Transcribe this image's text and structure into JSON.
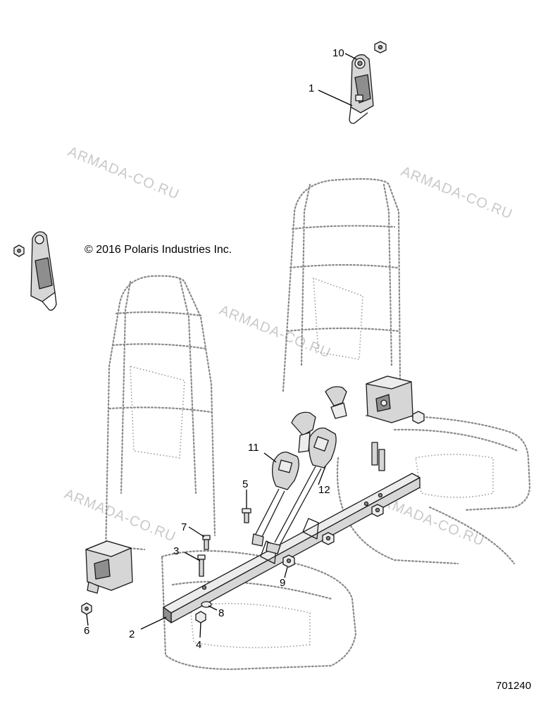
{
  "copyright": "© 2016 Polaris Industries Inc.",
  "document_number": "701240",
  "watermark_text": "ARMADA-CO.RU",
  "callouts": {
    "c1": "1",
    "c2": "2",
    "c3": "3",
    "c4": "4",
    "c5": "5",
    "c6": "6",
    "c7": "7",
    "c8": "8",
    "c9": "9",
    "c10": "10",
    "c11": "11",
    "c12": "12"
  },
  "colors": {
    "line": "#1a1a1a",
    "ghost_seat": "#8a8a8a",
    "part_fill": "#d6d6d6",
    "watermark": "#c9c9c9"
  }
}
